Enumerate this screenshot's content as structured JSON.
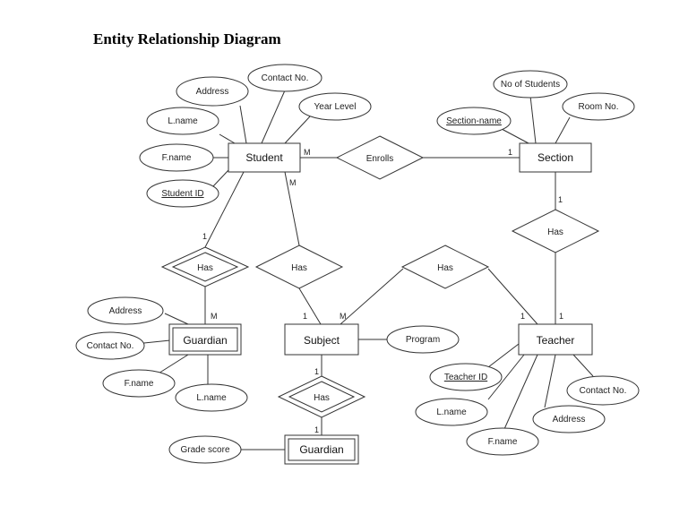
{
  "title": "Entity Relationship Diagram",
  "entities": {
    "student": "Student",
    "section": "Section",
    "guardian": "Guardian",
    "subject": "Subject",
    "teacher": "Teacher",
    "guardian2": "Guardian"
  },
  "relationships": {
    "enrolls": "Enrolls",
    "section_has": "Has",
    "guardian_has": "Has",
    "subject_has": "Has",
    "teacher_has": "Has",
    "grade_has": "Has"
  },
  "attributes": {
    "contact_no": "Contact No.",
    "address": "Address",
    "year_level": "Year Level",
    "lname": "L.name",
    "fname": "F.name",
    "student_id": "Student ID",
    "no_students": "No of Students",
    "section_name": "Section-name",
    "room_no": "Room No.",
    "g_address": "Address",
    "g_contact": "Contact No.",
    "g_fname": "F.name",
    "g_lname": "L.name",
    "program": "Program",
    "teacher_id": "Teacher ID",
    "t_lname": "L.name",
    "t_fname": "F.name",
    "t_address": "Address",
    "t_contact": "Contact No.",
    "grade_score": "Grade score"
  },
  "cardinalities": {
    "student_enrolls": "M",
    "section_enrolls": "1",
    "section_has": "1",
    "student_guardian_has": "1",
    "guardian_has": "M",
    "student_subject_has": "M",
    "subject_has_1": "1",
    "subject_teacher_m": "M",
    "teacher_has_1a": "1",
    "teacher_has_1b": "1",
    "subject_down": "1",
    "guardian2_up": "1"
  }
}
